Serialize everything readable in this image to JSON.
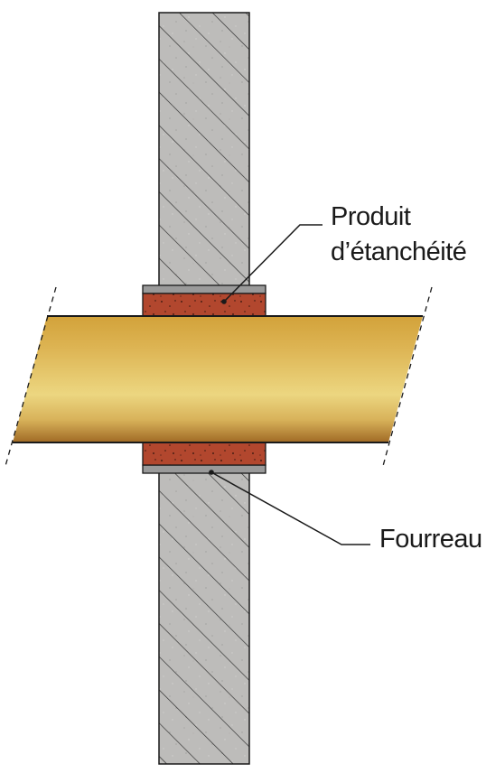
{
  "labels": {
    "sealant_line1": "Produit",
    "sealant_line2": "d’étanchéité",
    "sleeve": "Fourreau"
  },
  "colors": {
    "wall_fill": "#bdbcba",
    "wall_hatch": "#2b2b2b",
    "sleeve_fill": "#9a9a9a",
    "sealant_fill": "#b2472e",
    "pipe_top": "#d4a53c",
    "pipe_mid": "#ead27a",
    "pipe_bottom": "#a8742a",
    "outline": "#1a1a1a"
  }
}
